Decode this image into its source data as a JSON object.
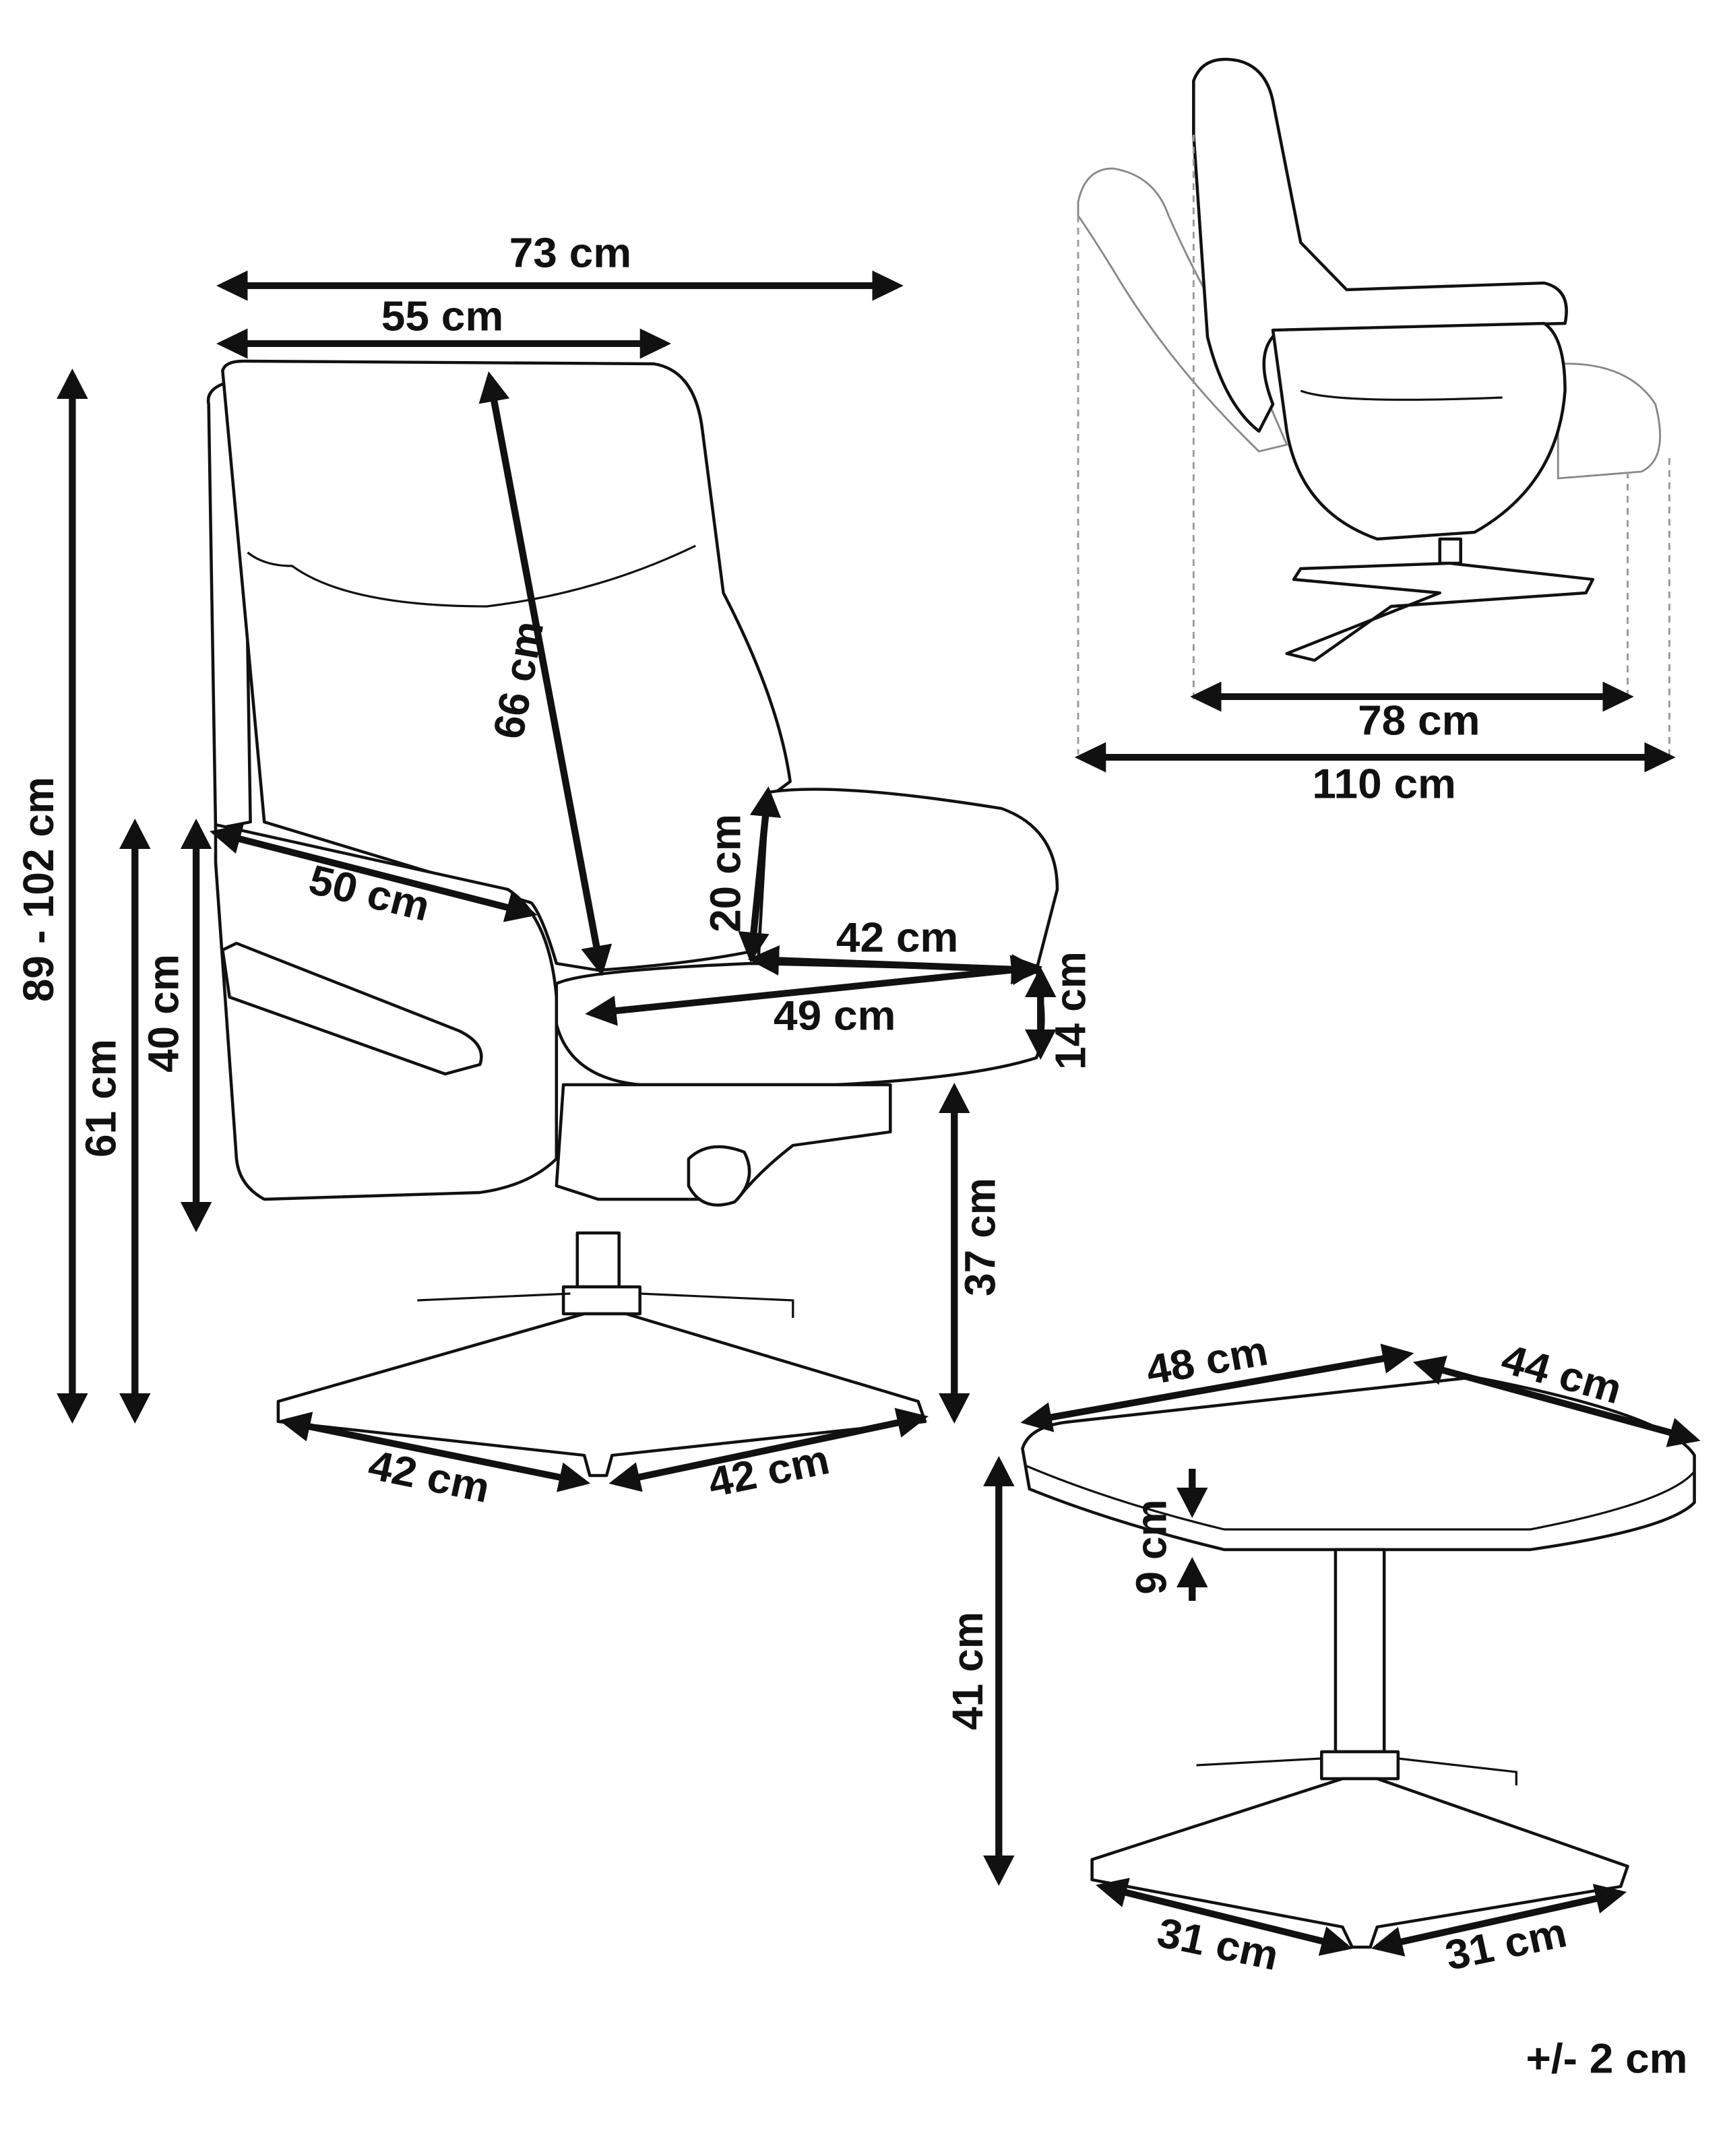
{
  "chair_front": {
    "width_total": "73 cm",
    "width_back": "55 cm",
    "height_total": "89 - 102 cm",
    "armrest_height": "61 cm",
    "armrest_side_height": "40 cm",
    "backrest_height": "66 cm",
    "armrest_length": "50 cm",
    "backrest_above_seat": "20 cm",
    "seat_depth": "42 cm",
    "seat_width": "49 cm",
    "seat_thickness": "14 cm",
    "seat_height": "37 cm",
    "base_left": "42 cm",
    "base_right": "42 cm"
  },
  "chair_side": {
    "depth_upright": "78 cm",
    "depth_reclined": "110 cm"
  },
  "footstool": {
    "width": "48 cm",
    "depth": "44 cm",
    "cushion_thickness": "9 cm",
    "height": "41 cm",
    "base_left": "31 cm",
    "base_right": "31 cm"
  },
  "tolerance": "+/- 2 cm"
}
